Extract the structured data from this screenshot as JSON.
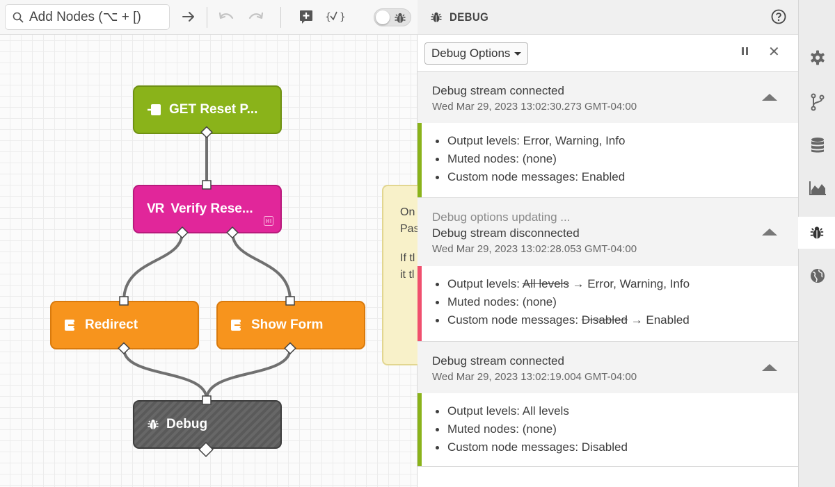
{
  "toolbar": {
    "search_placeholder": "Add Nodes (⌥ + [)",
    "icons": [
      "search-icon",
      "arrow-right-icon",
      "undo-icon",
      "redo-icon",
      "add-note-icon",
      "variables-icon",
      "debug-toggle"
    ]
  },
  "canvas": {
    "nodes": {
      "get": {
        "label": "GET Reset P...",
        "color": "#8ab31a",
        "icon": "endpoint-icon"
      },
      "verify": {
        "label": "Verify Rese...",
        "prefix": "VR",
        "color": "#e1269a"
      },
      "redirect": {
        "label": "Redirect",
        "color": "#f7941d",
        "icon": "output-icon"
      },
      "showform": {
        "label": "Show Form",
        "color": "#f7941d",
        "icon": "output-icon"
      },
      "debug": {
        "label": "Debug",
        "color": "#5a5a5a",
        "icon": "bug-icon"
      }
    },
    "note": {
      "line1": "On",
      "line2": "Pas",
      "line3": "If tl",
      "line4": "it tl"
    }
  },
  "debug_panel": {
    "title": "DEBUG",
    "options_label": "Debug Options",
    "entries": [
      {
        "status": "connected",
        "bar_color": "#8ab31a",
        "pre": "",
        "title": "Debug stream connected",
        "timestamp": "Wed Mar 29, 2023 13:02:30.273 GMT-04:00",
        "items": [
          {
            "key": "Output levels: ",
            "old": "",
            "arrow": "",
            "value": "Error, Warning, Info"
          },
          {
            "key": "Muted nodes: ",
            "old": "",
            "arrow": "",
            "value": "(none)"
          },
          {
            "key": "Custom node messages: ",
            "old": "",
            "arrow": "",
            "value": "Enabled"
          }
        ]
      },
      {
        "status": "disconnected",
        "bar_color": "#f0506e",
        "pre": "Debug options updating ...",
        "title": "Debug stream disconnected",
        "timestamp": "Wed Mar 29, 2023 13:02:28.053 GMT-04:00",
        "items": [
          {
            "key": "Output levels: ",
            "old": "All levels",
            "arrow": " → ",
            "value": "Error, Warning, Info"
          },
          {
            "key": "Muted nodes: ",
            "old": "",
            "arrow": "",
            "value": "(none)"
          },
          {
            "key": "Custom node messages: ",
            "old": "Disabled",
            "arrow": " → ",
            "value": "Enabled"
          }
        ]
      },
      {
        "status": "connected",
        "bar_color": "#8ab31a",
        "pre": "",
        "title": "Debug stream connected",
        "timestamp": "Wed Mar 29, 2023 13:02:19.004 GMT-04:00",
        "items": [
          {
            "key": "Output levels: ",
            "old": "",
            "arrow": "",
            "value": "All levels"
          },
          {
            "key": "Muted nodes: ",
            "old": "",
            "arrow": "",
            "value": "(none)"
          },
          {
            "key": "Custom node messages: ",
            "old": "",
            "arrow": "",
            "value": "Disabled"
          }
        ]
      }
    ]
  },
  "sidebar": {
    "items": [
      {
        "icon": "gear-icon",
        "active": false
      },
      {
        "icon": "branch-icon",
        "active": false
      },
      {
        "icon": "database-icon",
        "active": false
      },
      {
        "icon": "area-chart-icon",
        "active": false
      },
      {
        "icon": "bug-icon",
        "active": true
      },
      {
        "icon": "globe-icon",
        "active": false
      }
    ]
  }
}
